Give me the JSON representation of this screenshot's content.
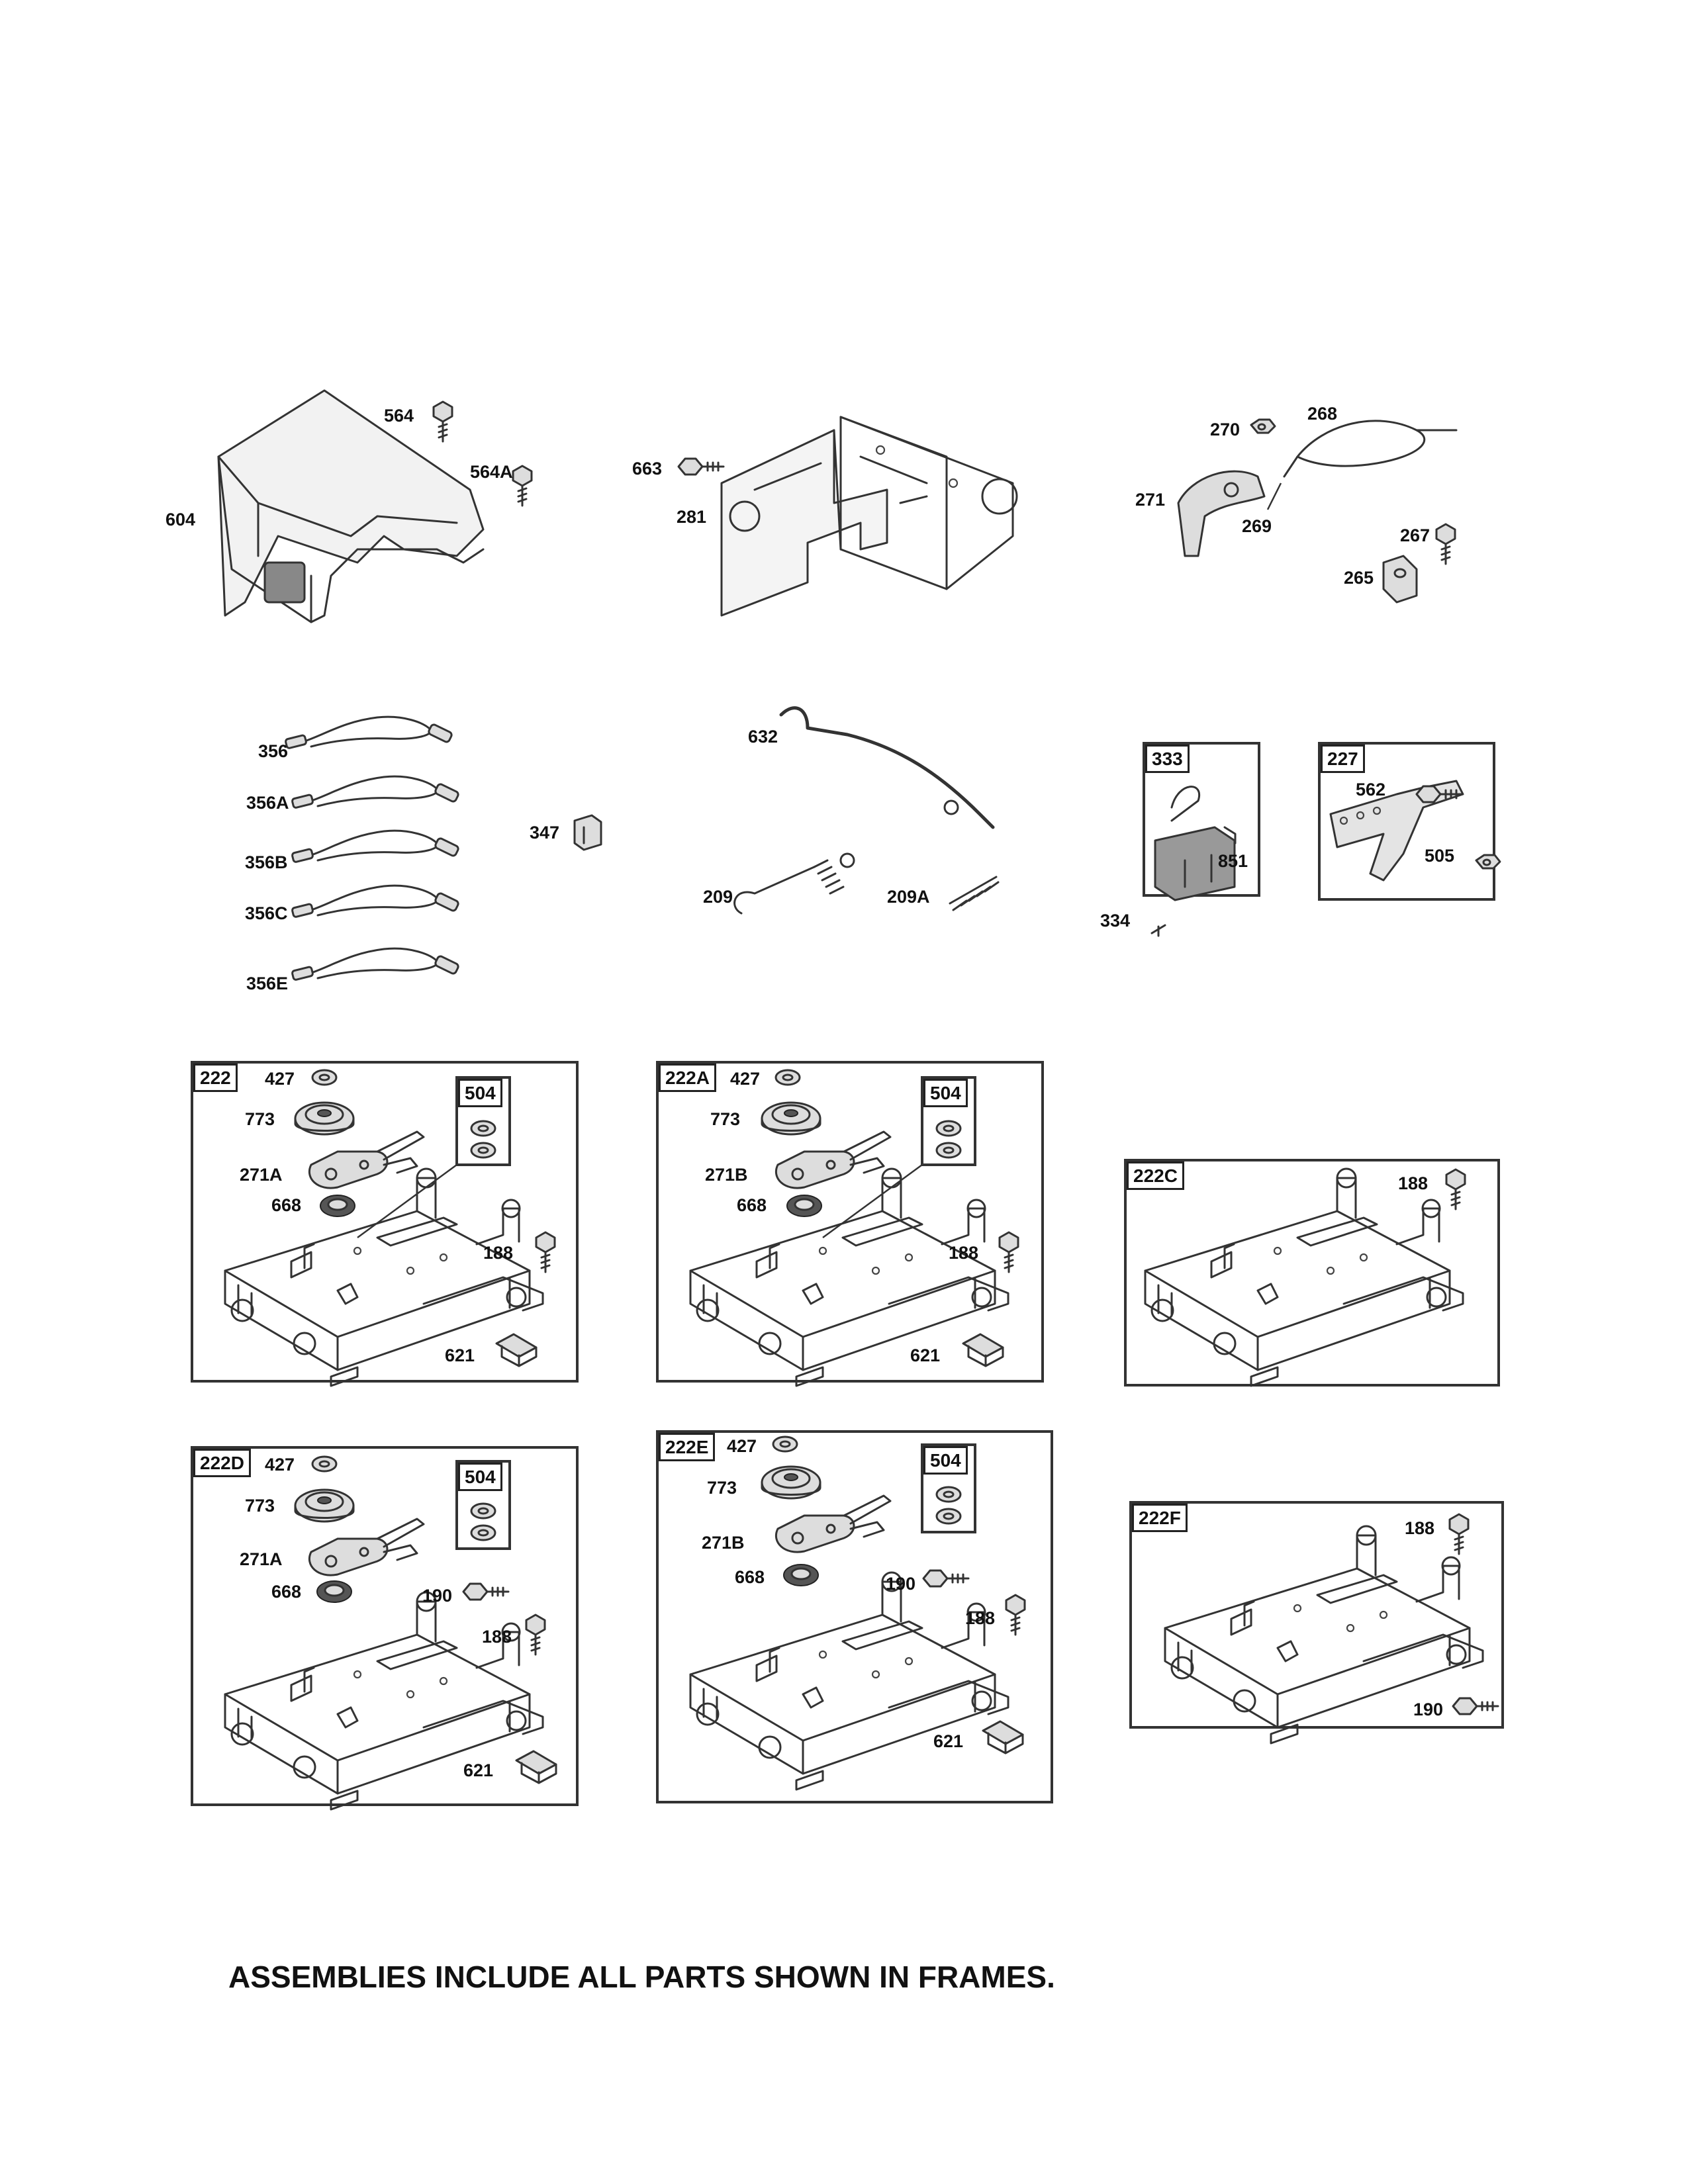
{
  "labels": {
    "p604": "604",
    "p564": "564",
    "p564a": "564A",
    "p663": "663",
    "p281": "281",
    "p270": "270",
    "p268": "268",
    "p271": "271",
    "p269": "269",
    "p267": "267",
    "p265": "265",
    "p356": "356",
    "p356a": "356A",
    "p356b": "356B",
    "p356c": "356C",
    "p356e": "356E",
    "p347": "347",
    "p632": "632",
    "p209": "209",
    "p209a": "209A",
    "p334": "334",
    "p851": "851",
    "p562": "562",
    "p505": "505"
  },
  "frames": {
    "f333": {
      "tag": "333"
    },
    "f227": {
      "tag": "227"
    },
    "f222": {
      "tag": "222",
      "sub": "504",
      "p427": "427",
      "p773": "773",
      "p271x": "271A",
      "p668": "668",
      "p188": "188",
      "p621": "621"
    },
    "f222a": {
      "tag": "222A",
      "sub": "504",
      "p427": "427",
      "p773": "773",
      "p271x": "271B",
      "p668": "668",
      "p188": "188",
      "p621": "621"
    },
    "f222c": {
      "tag": "222C",
      "p188": "188"
    },
    "f222d": {
      "tag": "222D",
      "sub": "504",
      "p427": "427",
      "p773": "773",
      "p271x": "271A",
      "p668": "668",
      "p190": "190",
      "p188": "188",
      "p621": "621"
    },
    "f222e": {
      "tag": "222E",
      "sub": "504",
      "p427": "427",
      "p773": "773",
      "p271x": "271B",
      "p668": "668",
      "p190": "190",
      "p188": "188",
      "p621": "621"
    },
    "f222f": {
      "tag": "222F",
      "p188": "188",
      "p190": "190"
    }
  },
  "footer": "ASSEMBLIES INCLUDE ALL PARTS SHOWN IN FRAMES."
}
